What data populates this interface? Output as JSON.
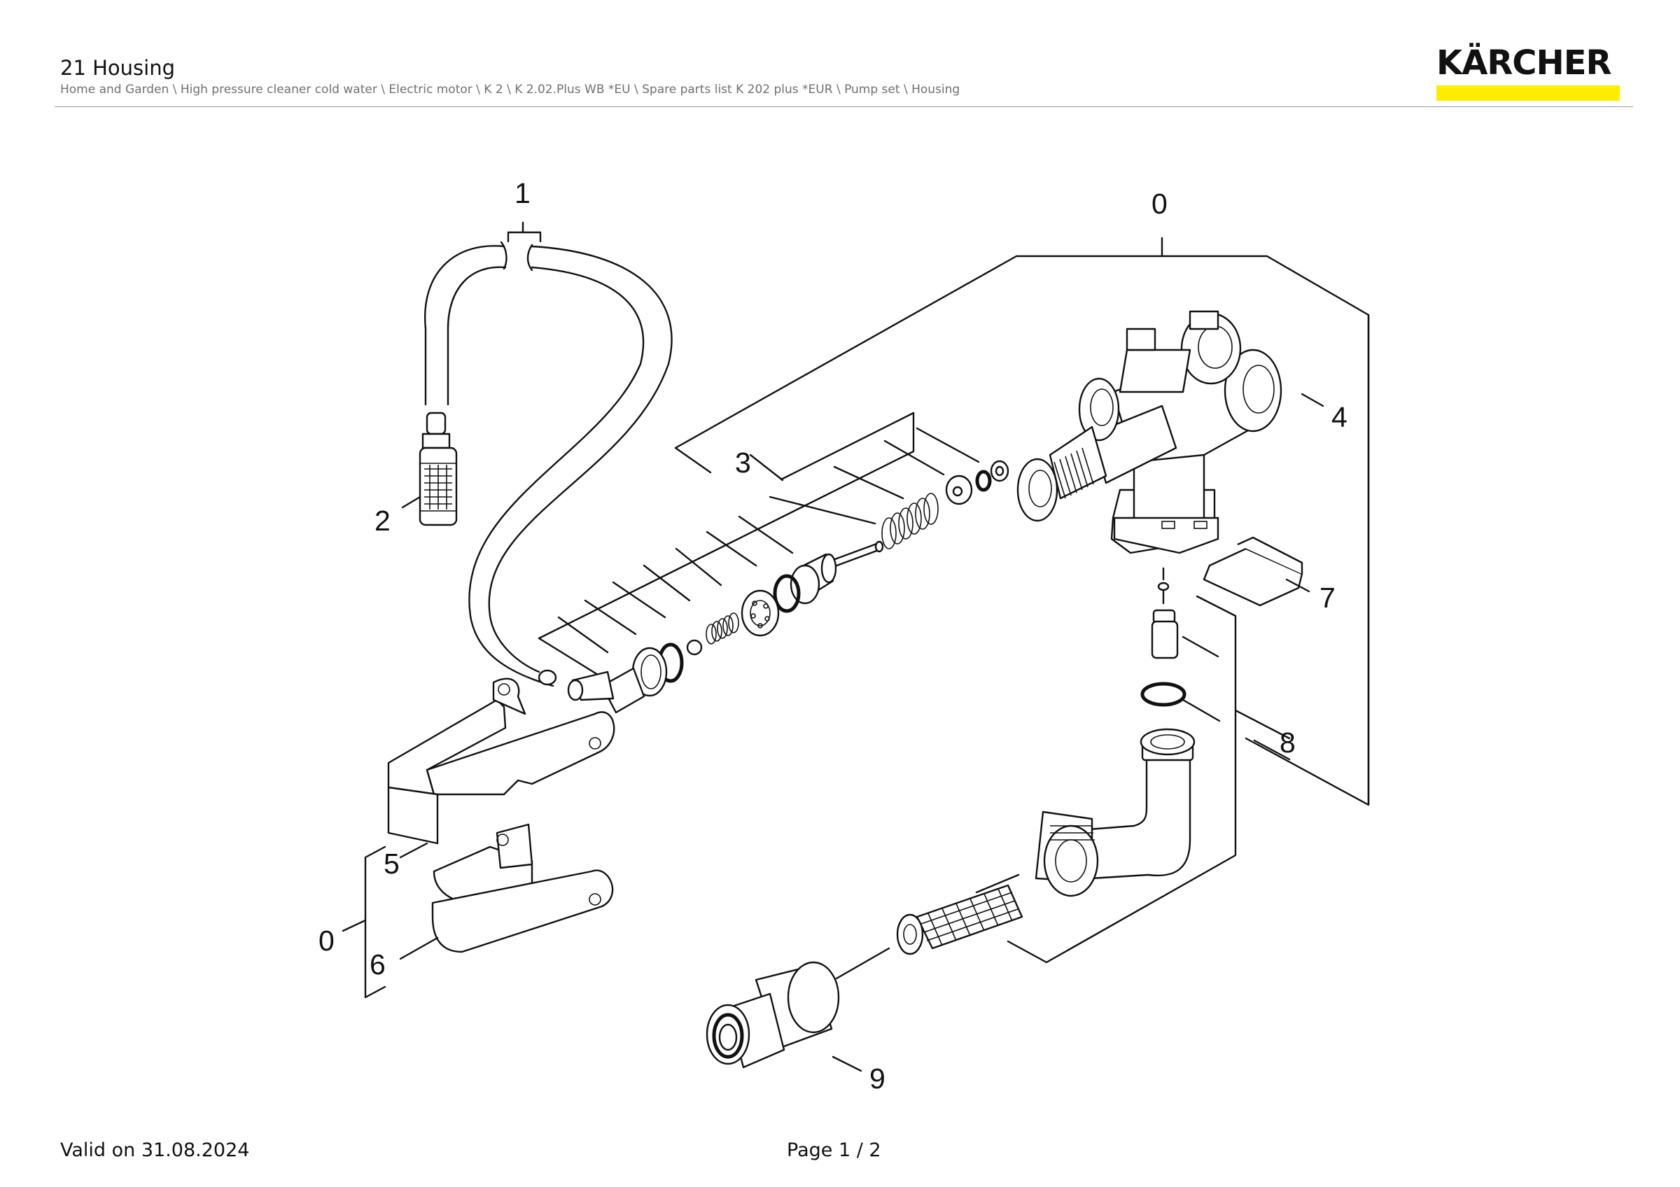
{
  "header": {
    "title": "21 Housing",
    "breadcrumb": "Home and Garden \\ High pressure cleaner cold water \\ Electric motor \\ K 2 \\ K 2.02.Plus WB *EU \\ Spare parts list K 202 plus *EUR \\ Pump set \\ Housing"
  },
  "logo": {
    "text": "KÄRCHER",
    "accent_color": "#FFED00"
  },
  "diagram": {
    "callouts": {
      "c1": "1",
      "c0_top": "0",
      "c2": "2",
      "c3": "3",
      "c4": "4",
      "c5": "5",
      "c0_left": "0",
      "c6": "6",
      "c7": "7",
      "c8": "8",
      "c9": "9"
    }
  },
  "footer": {
    "valid": "Valid on 31.08.2024",
    "page": "Page 1 / 2"
  }
}
